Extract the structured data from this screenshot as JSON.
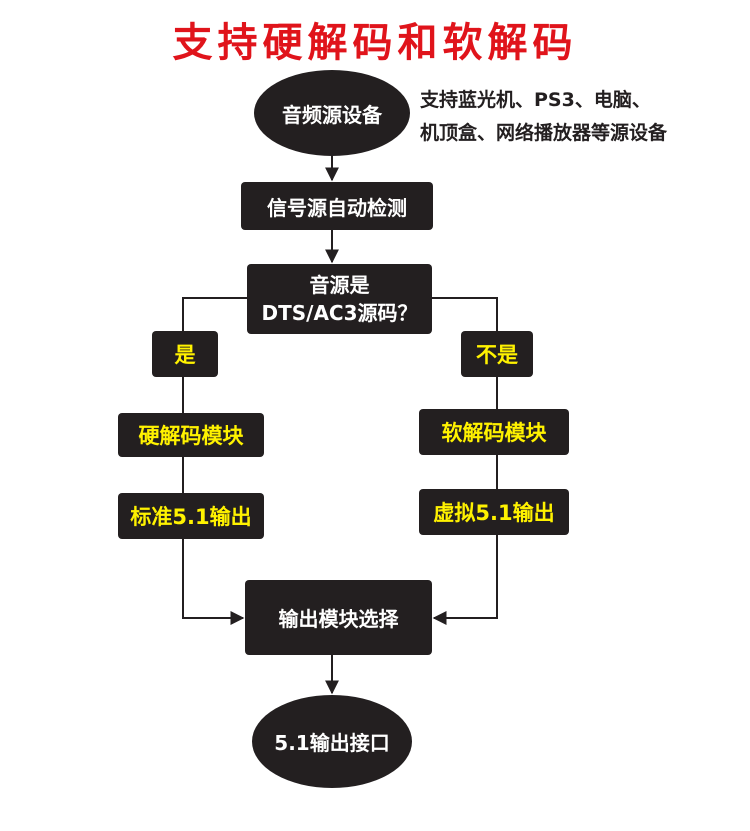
{
  "title": "支持硬解码和软解码",
  "nodes": {
    "source_device": "音频源设备",
    "auto_detect": "信号源自动检测",
    "decision_line1": "音源是",
    "decision_line2": "DTS/AC3源码？",
    "yes": "是",
    "no": "不是",
    "hard_decode": "硬解码模块",
    "soft_decode": "软解码模块",
    "standard_output": "标准5.1输出",
    "virtual_output": "虚拟5.1输出",
    "output_select": "输出模块选择",
    "output_interface": "5.1输出接口"
  },
  "note": {
    "line1": "支持蓝光机、PS3、电脑、",
    "line2": "机顶盒、网络播放器等源设备"
  },
  "colors": {
    "title": "#e0141b",
    "box": "#231f20",
    "box_text": "#ffffff",
    "highlight_text": "#fff200",
    "connector": "#231f20"
  }
}
